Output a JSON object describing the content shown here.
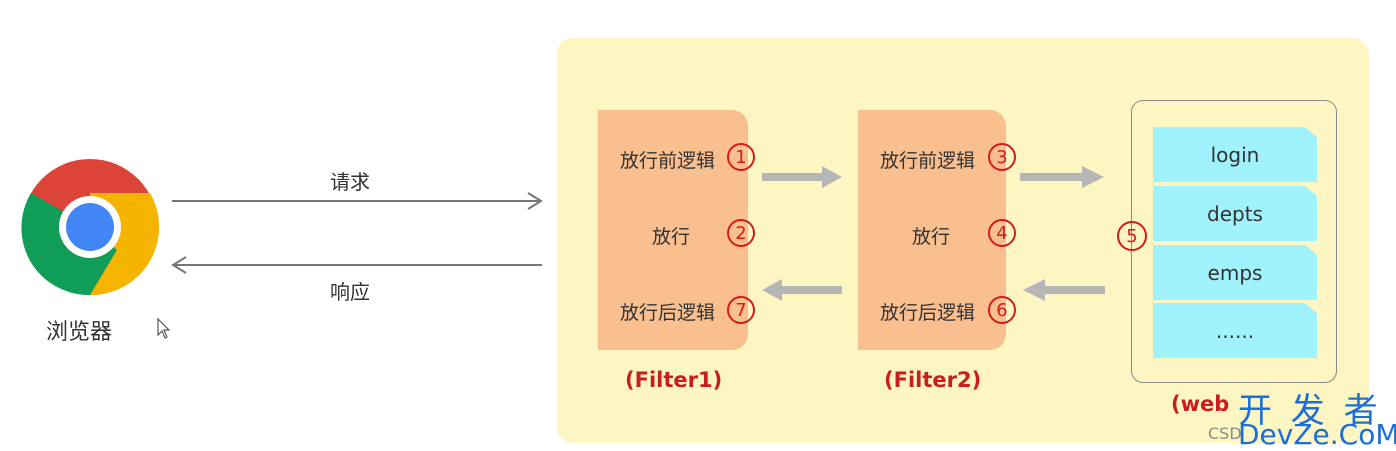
{
  "browser": {
    "label": "浏览器",
    "request_label": "请求",
    "response_label": "响应"
  },
  "filters": [
    {
      "caption": "(Filter1)",
      "rows": [
        {
          "text": "放行前逻辑",
          "num": "1"
        },
        {
          "text": "放行",
          "num": "2"
        },
        {
          "text": "放行后逻辑",
          "num": "7"
        }
      ]
    },
    {
      "caption": "(Filter2)",
      "rows": [
        {
          "text": "放行前逻辑",
          "num": "3"
        },
        {
          "text": "放行",
          "num": "4"
        },
        {
          "text": "放行后逻辑",
          "num": "6"
        }
      ]
    }
  ],
  "web": {
    "caption": "(web",
    "step": "5",
    "items": [
      "login",
      "depts",
      "emps",
      "......"
    ]
  },
  "watermark": {
    "big": "开 发 者",
    "small": "DevZe.CoM",
    "csd": "CSD"
  },
  "colors": {
    "panel": "#fdf6c3",
    "filter": "#f9bf8f",
    "web_item": "#a0f2fc",
    "accent_red": "#c81e1e",
    "watermark_blue": "#1c6fd9"
  }
}
